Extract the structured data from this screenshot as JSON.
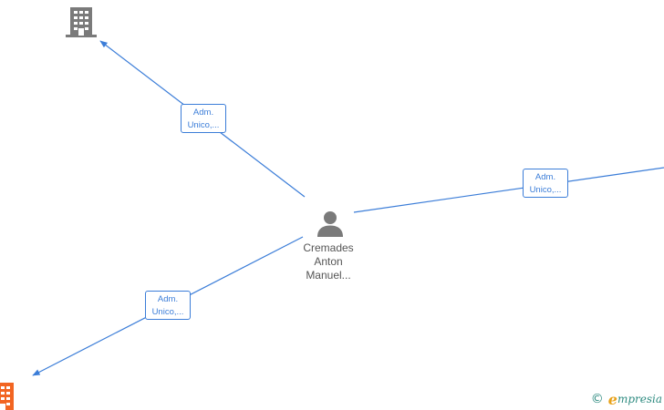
{
  "nodes": {
    "person": {
      "name_lines": [
        "Cremades",
        "Anton",
        "Manuel..."
      ],
      "icon": "person-icon"
    },
    "company_top": {
      "icon": "building-icon",
      "color": "#7a7a7a"
    },
    "company_bottom": {
      "icon": "building-icon",
      "color": "#f26522"
    }
  },
  "edges": [
    {
      "label_lines": [
        "Adm.",
        "Unico,..."
      ],
      "icon": "arrow-icon"
    },
    {
      "label_lines": [
        "Adm.",
        "Unico,..."
      ]
    },
    {
      "label_lines": [
        "Adm.",
        "Unico,..."
      ],
      "icon": "arrow-icon"
    }
  ],
  "colors": {
    "edge": "#3b7dd8",
    "person": "#7a7a7a"
  },
  "watermark": {
    "copyright": "©",
    "brand_first": "e",
    "brand_rest": "mpresia"
  }
}
